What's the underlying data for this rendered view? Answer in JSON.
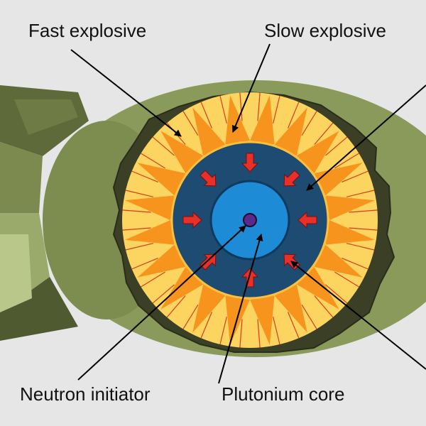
{
  "labels": {
    "fast_explosive": "Fast explosive",
    "slow_explosive": "Slow explosive",
    "neutron_initiator": "Neutron initiator",
    "plutonium_core": "Plutonium core"
  },
  "colors": {
    "background": "#e6e6e6",
    "casing": "#8a9a5b",
    "casing_dark": "#5e6a3a",
    "casing_light": "#b9c88a",
    "explosive_outer": "#fcd560",
    "explosive_spikes": "#f7941d",
    "explosive_lines": "#d83a1e",
    "tamper": "#1d4b72",
    "core": "#1d8bd6",
    "initiator": "#5a2a8a",
    "arrows": "#e8302a",
    "leader_lines": "#000000"
  }
}
